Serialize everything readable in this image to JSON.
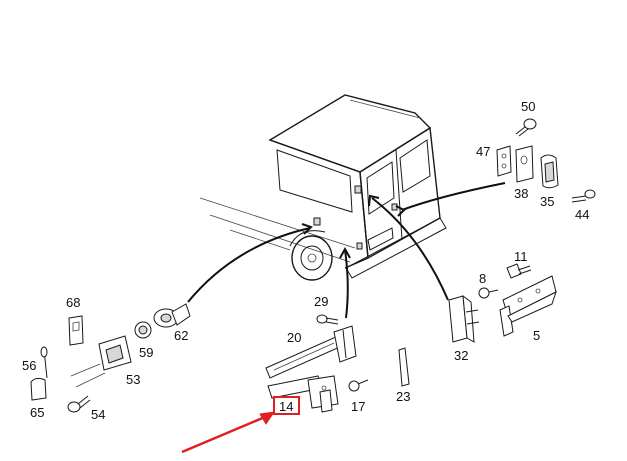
{
  "diagram": {
    "parts": [
      {
        "id": "p50",
        "number": "50"
      },
      {
        "id": "p47",
        "number": "47"
      },
      {
        "id": "p38",
        "number": "38"
      },
      {
        "id": "p35",
        "number": "35"
      },
      {
        "id": "p44",
        "number": "44"
      },
      {
        "id": "p11",
        "number": "11"
      },
      {
        "id": "p8",
        "number": "8"
      },
      {
        "id": "p5",
        "number": "5"
      },
      {
        "id": "p32",
        "number": "32"
      },
      {
        "id": "p68",
        "number": "68"
      },
      {
        "id": "p59",
        "number": "59"
      },
      {
        "id": "p62",
        "number": "62"
      },
      {
        "id": "p56",
        "number": "56"
      },
      {
        "id": "p53",
        "number": "53"
      },
      {
        "id": "p65",
        "number": "65"
      },
      {
        "id": "p54",
        "number": "54"
      },
      {
        "id": "p29",
        "number": "29"
      },
      {
        "id": "p20",
        "number": "20"
      },
      {
        "id": "p14",
        "number": "14"
      },
      {
        "id": "p17",
        "number": "17"
      },
      {
        "id": "p23",
        "number": "23"
      }
    ],
    "highlighted_part": "14",
    "colors": {
      "highlight": "#e02020",
      "line": "#1a1a1a",
      "background": "#ffffff"
    }
  }
}
